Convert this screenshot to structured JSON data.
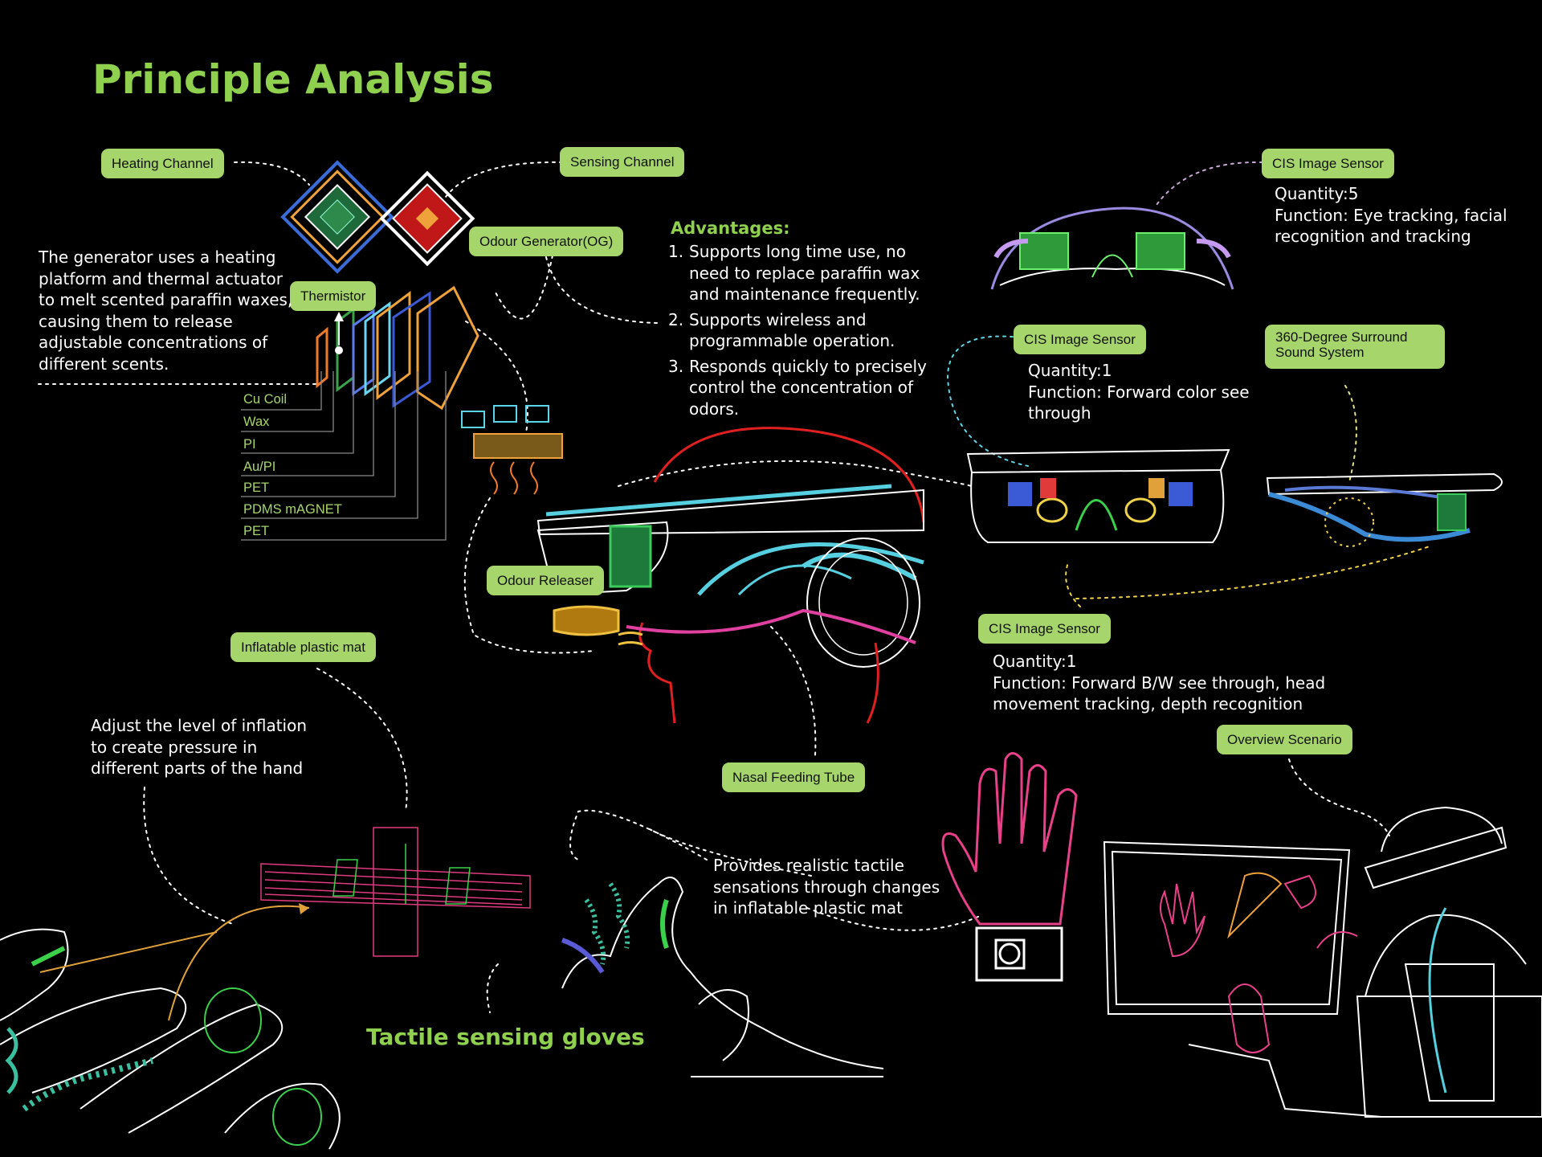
{
  "title": "Principle Analysis",
  "tags": {
    "heating_channel": "Heating Channel",
    "sensing_channel": "Sensing Channel",
    "odour_generator": "Odour Generator(OG)",
    "thermistor": "Thermistor",
    "cis_sensor_top": "CIS Image Sensor",
    "cis_sensor_mid": "CIS Image Sensor",
    "surround_sound": "360-Degree Surround Sound System",
    "cis_sensor_bottom": "CIS Image Sensor",
    "odour_releaser": "Odour Releaser",
    "inflatable_mat": "Inflatable plastic mat",
    "nasal_tube": "Nasal Feeding Tube",
    "overview": "Overview Scenario"
  },
  "generator_desc": [
    "The generator uses a heating",
    "platform and thermal actuator",
    "to melt scented paraffin waxes,",
    "causing them to release",
    "adjustable concentrations of",
    "different scents."
  ],
  "layers": [
    "Cu Coil",
    "Wax",
    "PI",
    "Au/PI",
    "PET",
    "PDMS mAGNET",
    "PET"
  ],
  "advantages": {
    "heading": "Advantages:",
    "items": [
      {
        "num": "1.",
        "lines": [
          "Supports long time use, no",
          "need to replace paraffin wax",
          "and maintenance frequently."
        ]
      },
      {
        "num": "2.",
        "lines": [
          "Supports wireless and",
          "programmable operation."
        ]
      },
      {
        "num": "3.",
        "lines": [
          "Responds quickly to precisely",
          "control the concentration of",
          "odors."
        ]
      }
    ]
  },
  "cis_top_desc": [
    "Quantity:5",
    "Function: Eye tracking, facial",
    "recognition and tracking"
  ],
  "cis_mid_desc": [
    "Quantity:1",
    "Function: Forward color see",
    "through"
  ],
  "cis_bottom_desc": [
    "Quantity:1",
    "Function: Forward B/W see through, head",
    "movement tracking, depth recognition"
  ],
  "inflation_desc": [
    "Adjust the level of inflation",
    "to create pressure in",
    "different parts of the hand"
  ],
  "tactile_desc": [
    "Provides realistic tactile",
    "sensations through changes",
    "in inflatable plastic mat"
  ],
  "gloves_title": "Tactile sensing gloves",
  "colors": {
    "accent": "#a6d66b",
    "title": "#8fd14f",
    "background": "#000000"
  }
}
